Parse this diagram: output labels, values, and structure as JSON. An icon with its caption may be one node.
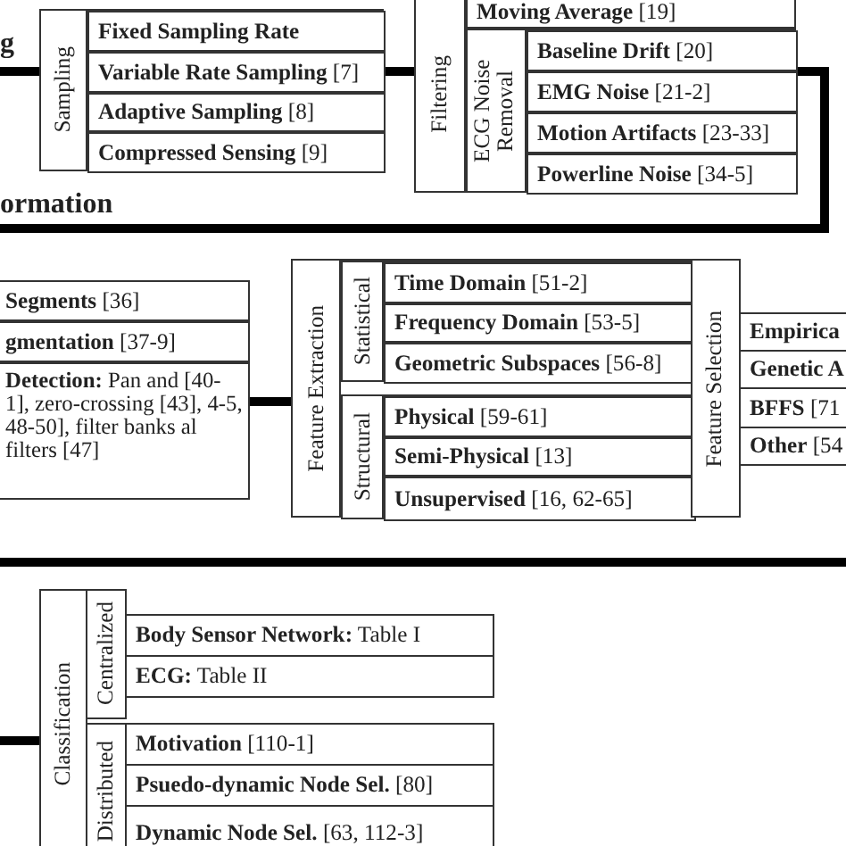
{
  "diagram": {
    "nodes": [
      {
        "text": [
          "Sampling"
        ]
      },
      {
        "text": [
          "Fixed Sampling Rate"
        ],
        "in": 0
      },
      {
        "text": [
          "**Variable Rate Sampling** [7]"
        ],
        "in": 0
      },
      {
        "text": [
          "**Adaptive Sampling** [8]"
        ],
        "in": 0
      },
      {
        "text": [
          "**Compressed Sensing** [9]"
        ],
        "in": 0
      },
      {
        "text": [
          "Filtering"
        ]
      },
      {
        "text": [
          "**Moving Average** [19]"
        ],
        "in": 5
      },
      {
        "text": [
          "ECG Noise Removal"
        ],
        "in": 5
      },
      {
        "text": [
          "**Baseline Drift** [20]"
        ],
        "in": 7
      },
      {
        "text": [
          "**EMG Noise** [21-2]"
        ],
        "in": 7
      },
      {
        "text": [
          "**Motion Artifacts** [23-33]"
        ],
        "in": 7
      },
      {
        "text": [
          "**Powerline Noise** [34-5]"
        ],
        "in": 7
      },
      {
        "text": [
          "**Segments** [36]"
        ]
      },
      {
        "text": [
          "**gmentation** [37-9]"
        ]
      },
      {
        "text": [
          "**Detection:** Pan and [40-1], zero-crossing [43], 4-5, 48-50], filter banks al filters [47]"
        ]
      },
      {
        "text": [
          "Feature Extraction"
        ]
      },
      {
        "text": [
          "Statistical"
        ],
        "in": 15
      },
      {
        "text": [
          "**Time Domain** [51-2]"
        ],
        "in": 16
      },
      {
        "text": [
          "**Frequency Domain** [53-5]"
        ],
        "in": 16
      },
      {
        "text": [
          "**Geometric Subspaces** [56-8]"
        ],
        "in": 16
      },
      {
        "text": [
          "Structural"
        ],
        "in": 15
      },
      {
        "text": [
          "**Physical** [59-61]"
        ],
        "in": 20
      },
      {
        "text": [
          "**Semi-Physical** [13]"
        ],
        "in": 20
      },
      {
        "text": [
          "**Unsupervised** [16, 62-65]"
        ],
        "in": 20
      },
      {
        "text": [
          "Feature Selection"
        ]
      },
      {
        "text": [
          "Empirica"
        ]
      },
      {
        "text": [
          "Genetic A"
        ]
      },
      {
        "text": [
          "**BFFS** [71"
        ]
      },
      {
        "text": [
          "**Other** [54"
        ]
      },
      {
        "text": [
          "Classification"
        ]
      },
      {
        "text": [
          "Centralized"
        ]
      },
      {
        "text": [
          "**Body Sensor Network:** Table I"
        ]
      },
      {
        "text": [
          "**ECG:** Table II"
        ]
      },
      {
        "text": [
          "Distributed"
        ]
      },
      {
        "text": [
          "**Motivation** [110-1]"
        ]
      },
      {
        "text": [
          "**Psuedo-dynamic Node Sel.** [80]"
        ]
      },
      {
        "text": [
          "**Dynamic Node Sel.** [63, 112-3]"
        ]
      },
      {
        "text": [
          "g"
        ]
      }
    ],
    "edges": [
      {
        "from": 37,
        "to": 0,
        "arrow": "none"
      },
      {
        "from": 0,
        "to": 5,
        "arrow": "none"
      },
      {
        "from": 5,
        "to": null,
        "arrow": "none"
      },
      {
        "from": 14,
        "to": 15,
        "arrow": "none"
      },
      {
        "from": null,
        "to": 29,
        "arrow": "none"
      }
    ],
    "labels": [
      "ormation"
    ]
  }
}
